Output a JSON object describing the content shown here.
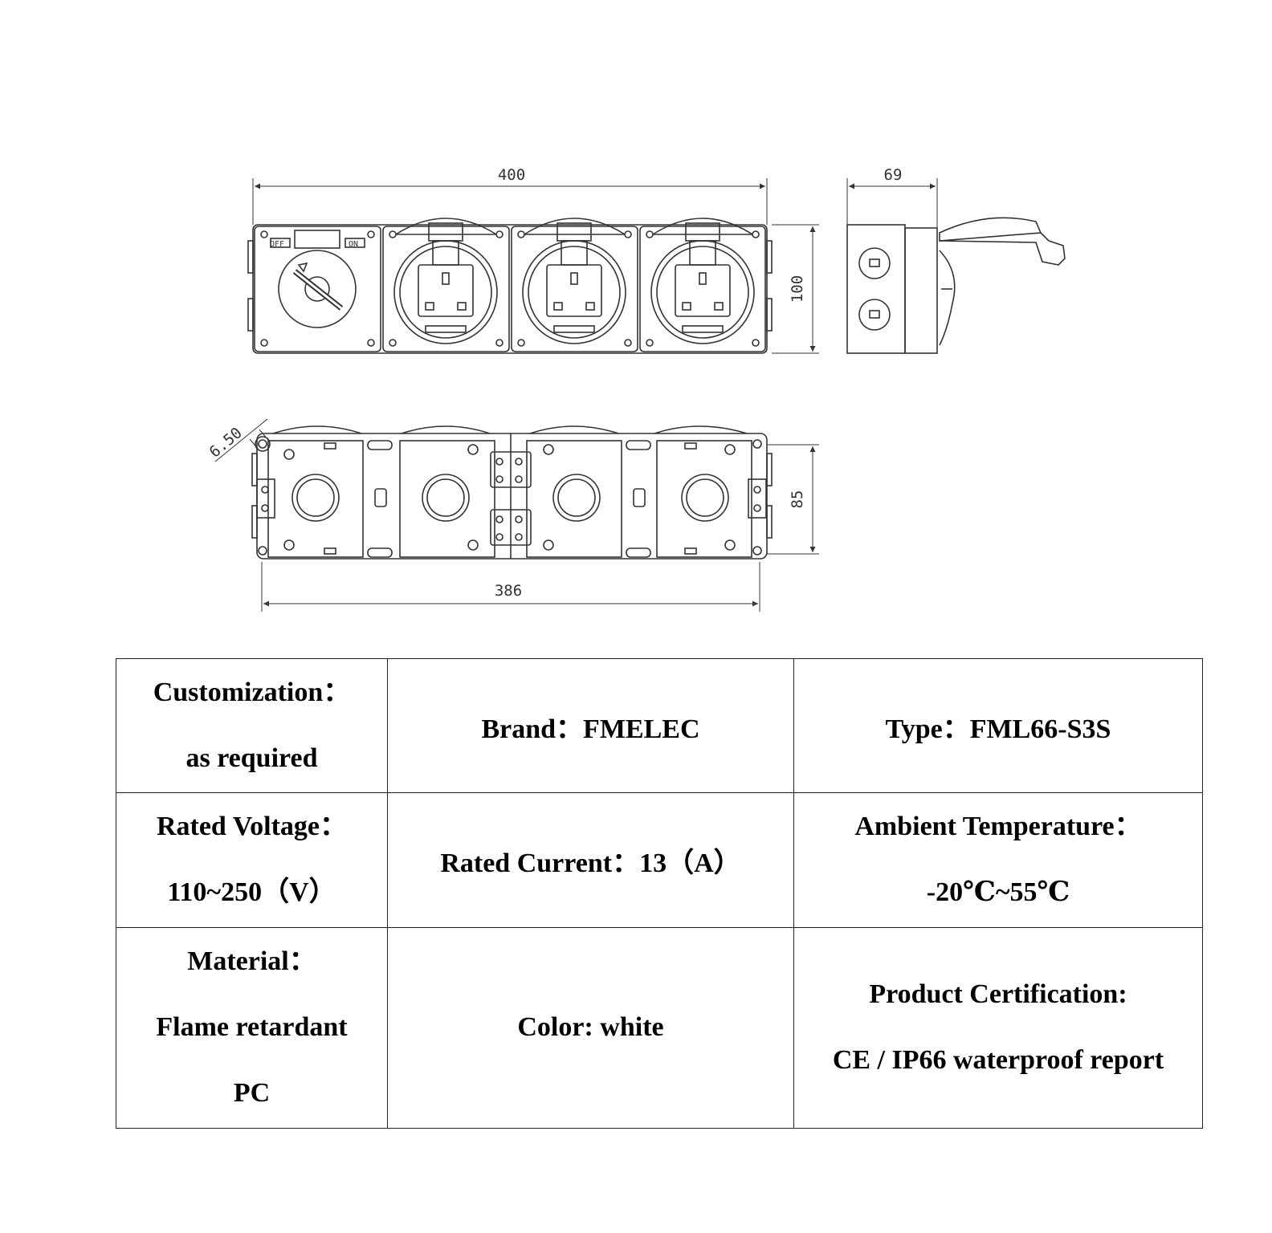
{
  "drawing": {
    "dimensions": {
      "front_width": "400",
      "front_height": "100",
      "side_depth": "69",
      "back_width": "386",
      "back_height": "85",
      "hole_diameter": "6.50"
    },
    "switch_labels": {
      "off": "OFF",
      "on": "ON"
    }
  },
  "specs": {
    "rows": [
      [
        {
          "lines": [
            "Customization：",
            "as required"
          ]
        },
        {
          "lines": [
            "Brand：FMELEC"
          ]
        },
        {
          "lines": [
            "Type：FML66-S3S"
          ]
        }
      ],
      [
        {
          "lines": [
            "Rated Voltage：",
            "110~250（V）"
          ]
        },
        {
          "lines": [
            "Rated Current：13（A）"
          ]
        },
        {
          "lines": [
            "Ambient Temperature：",
            "-20℃~55℃"
          ]
        }
      ],
      [
        {
          "lines": [
            "Material：",
            "Flame retardant",
            "PC"
          ]
        },
        {
          "lines": [
            "Color: white"
          ]
        },
        {
          "lines": [
            "Product Certification:",
            "CE / IP66 waterproof report"
          ]
        }
      ]
    ]
  }
}
